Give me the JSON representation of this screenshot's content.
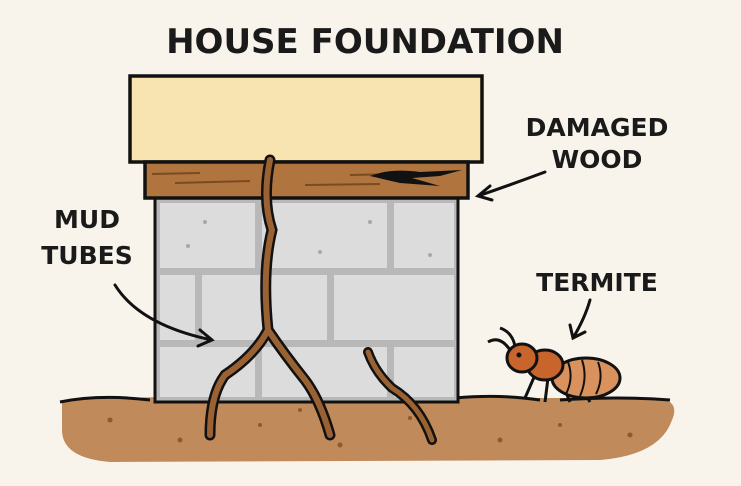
{
  "title": "HOUSE FOUNDATION",
  "labels": {
    "damaged_wood": [
      "DAMAGED",
      "WOOD"
    ],
    "mud_tubes": [
      "MUD",
      "TUBES"
    ],
    "termite": "TERMITE"
  },
  "colors": {
    "background": "#f8f4ec",
    "sill": "#f8e4b0",
    "wood": "#b0743f",
    "block": "#dcdcdc",
    "mortar": "#b8b8b8",
    "soil": "#c08a5a",
    "tube": "#9a6232",
    "termite_head": "#c8652d",
    "termite_abdomen": "#d9925e"
  }
}
